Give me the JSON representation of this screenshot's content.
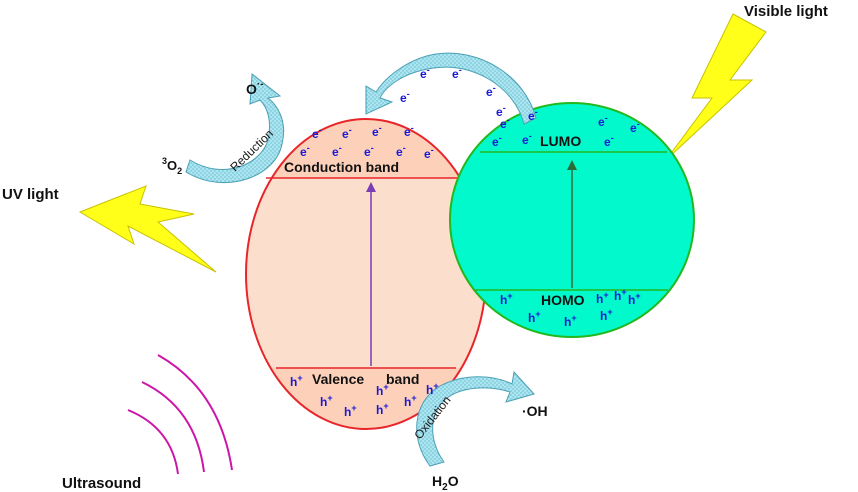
{
  "labels": {
    "visible_light": "Visible light",
    "uv_light": "UV light",
    "ultrasound": "Ultrasound",
    "conduction_band": "Conduction band",
    "valence_band_1": "Valence",
    "valence_band_2": "band",
    "lumo": "LUMO",
    "homo": "HOMO",
    "reduction": "Reduction",
    "oxidation": "Oxidation",
    "superoxide_main": "O",
    "superoxide_sup": "·-",
    "oxygen_sup": "3",
    "oxygen_main": "O",
    "oxygen_sub": "2",
    "hydroxyl": "·OH",
    "water_main": "H",
    "water_sub": "2",
    "water_end": "O"
  },
  "carriers": {
    "electron": "e",
    "electron_sign": "-",
    "hole": "h",
    "hole_sign": "+"
  },
  "colors": {
    "ellipse_fill": "#fbdfcc",
    "ellipse_stroke": "#e8262a",
    "circle_fill": "#02f9cb",
    "circle_stroke": "#22b81e",
    "lightning": "#ffff1a",
    "curved_arrow": "#8fe0ee",
    "ultrasound_wave": "#cc16a8",
    "carrier_text": "#1a1ad6",
    "band_arrow_ellipse": "#7a3db5",
    "band_arrow_circle": "#2b6b3a"
  }
}
